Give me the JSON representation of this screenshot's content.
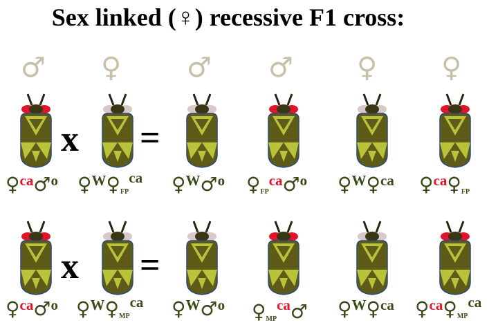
{
  "title": "Sex linked (♀) recessive F1 cross:",
  "symbols": {
    "male": "♂",
    "female": "♀"
  },
  "operators": {
    "cross": "x",
    "equals": "="
  },
  "header_sexes": [
    "♂",
    "♀",
    "♂",
    "♂",
    "♀",
    "♀"
  ],
  "alleles": {
    "ca": "ca",
    "o": "o",
    "w": "W",
    "fp": "FP",
    "mp": "MP"
  },
  "colors": {
    "body": "#5e5a18",
    "yellow": "#b8c23a",
    "red_eye": "#e0152a",
    "white_eye": "#d8c8c8",
    "genotype_text": "#3b4a1a",
    "allele_red": "#e0152a"
  },
  "rows": [
    {
      "eyes": [
        "red",
        "white",
        "white",
        "red",
        "white",
        "red"
      ]
    },
    {
      "eyes": [
        "red",
        "white",
        "white",
        "red",
        "white",
        "red"
      ]
    }
  ]
}
